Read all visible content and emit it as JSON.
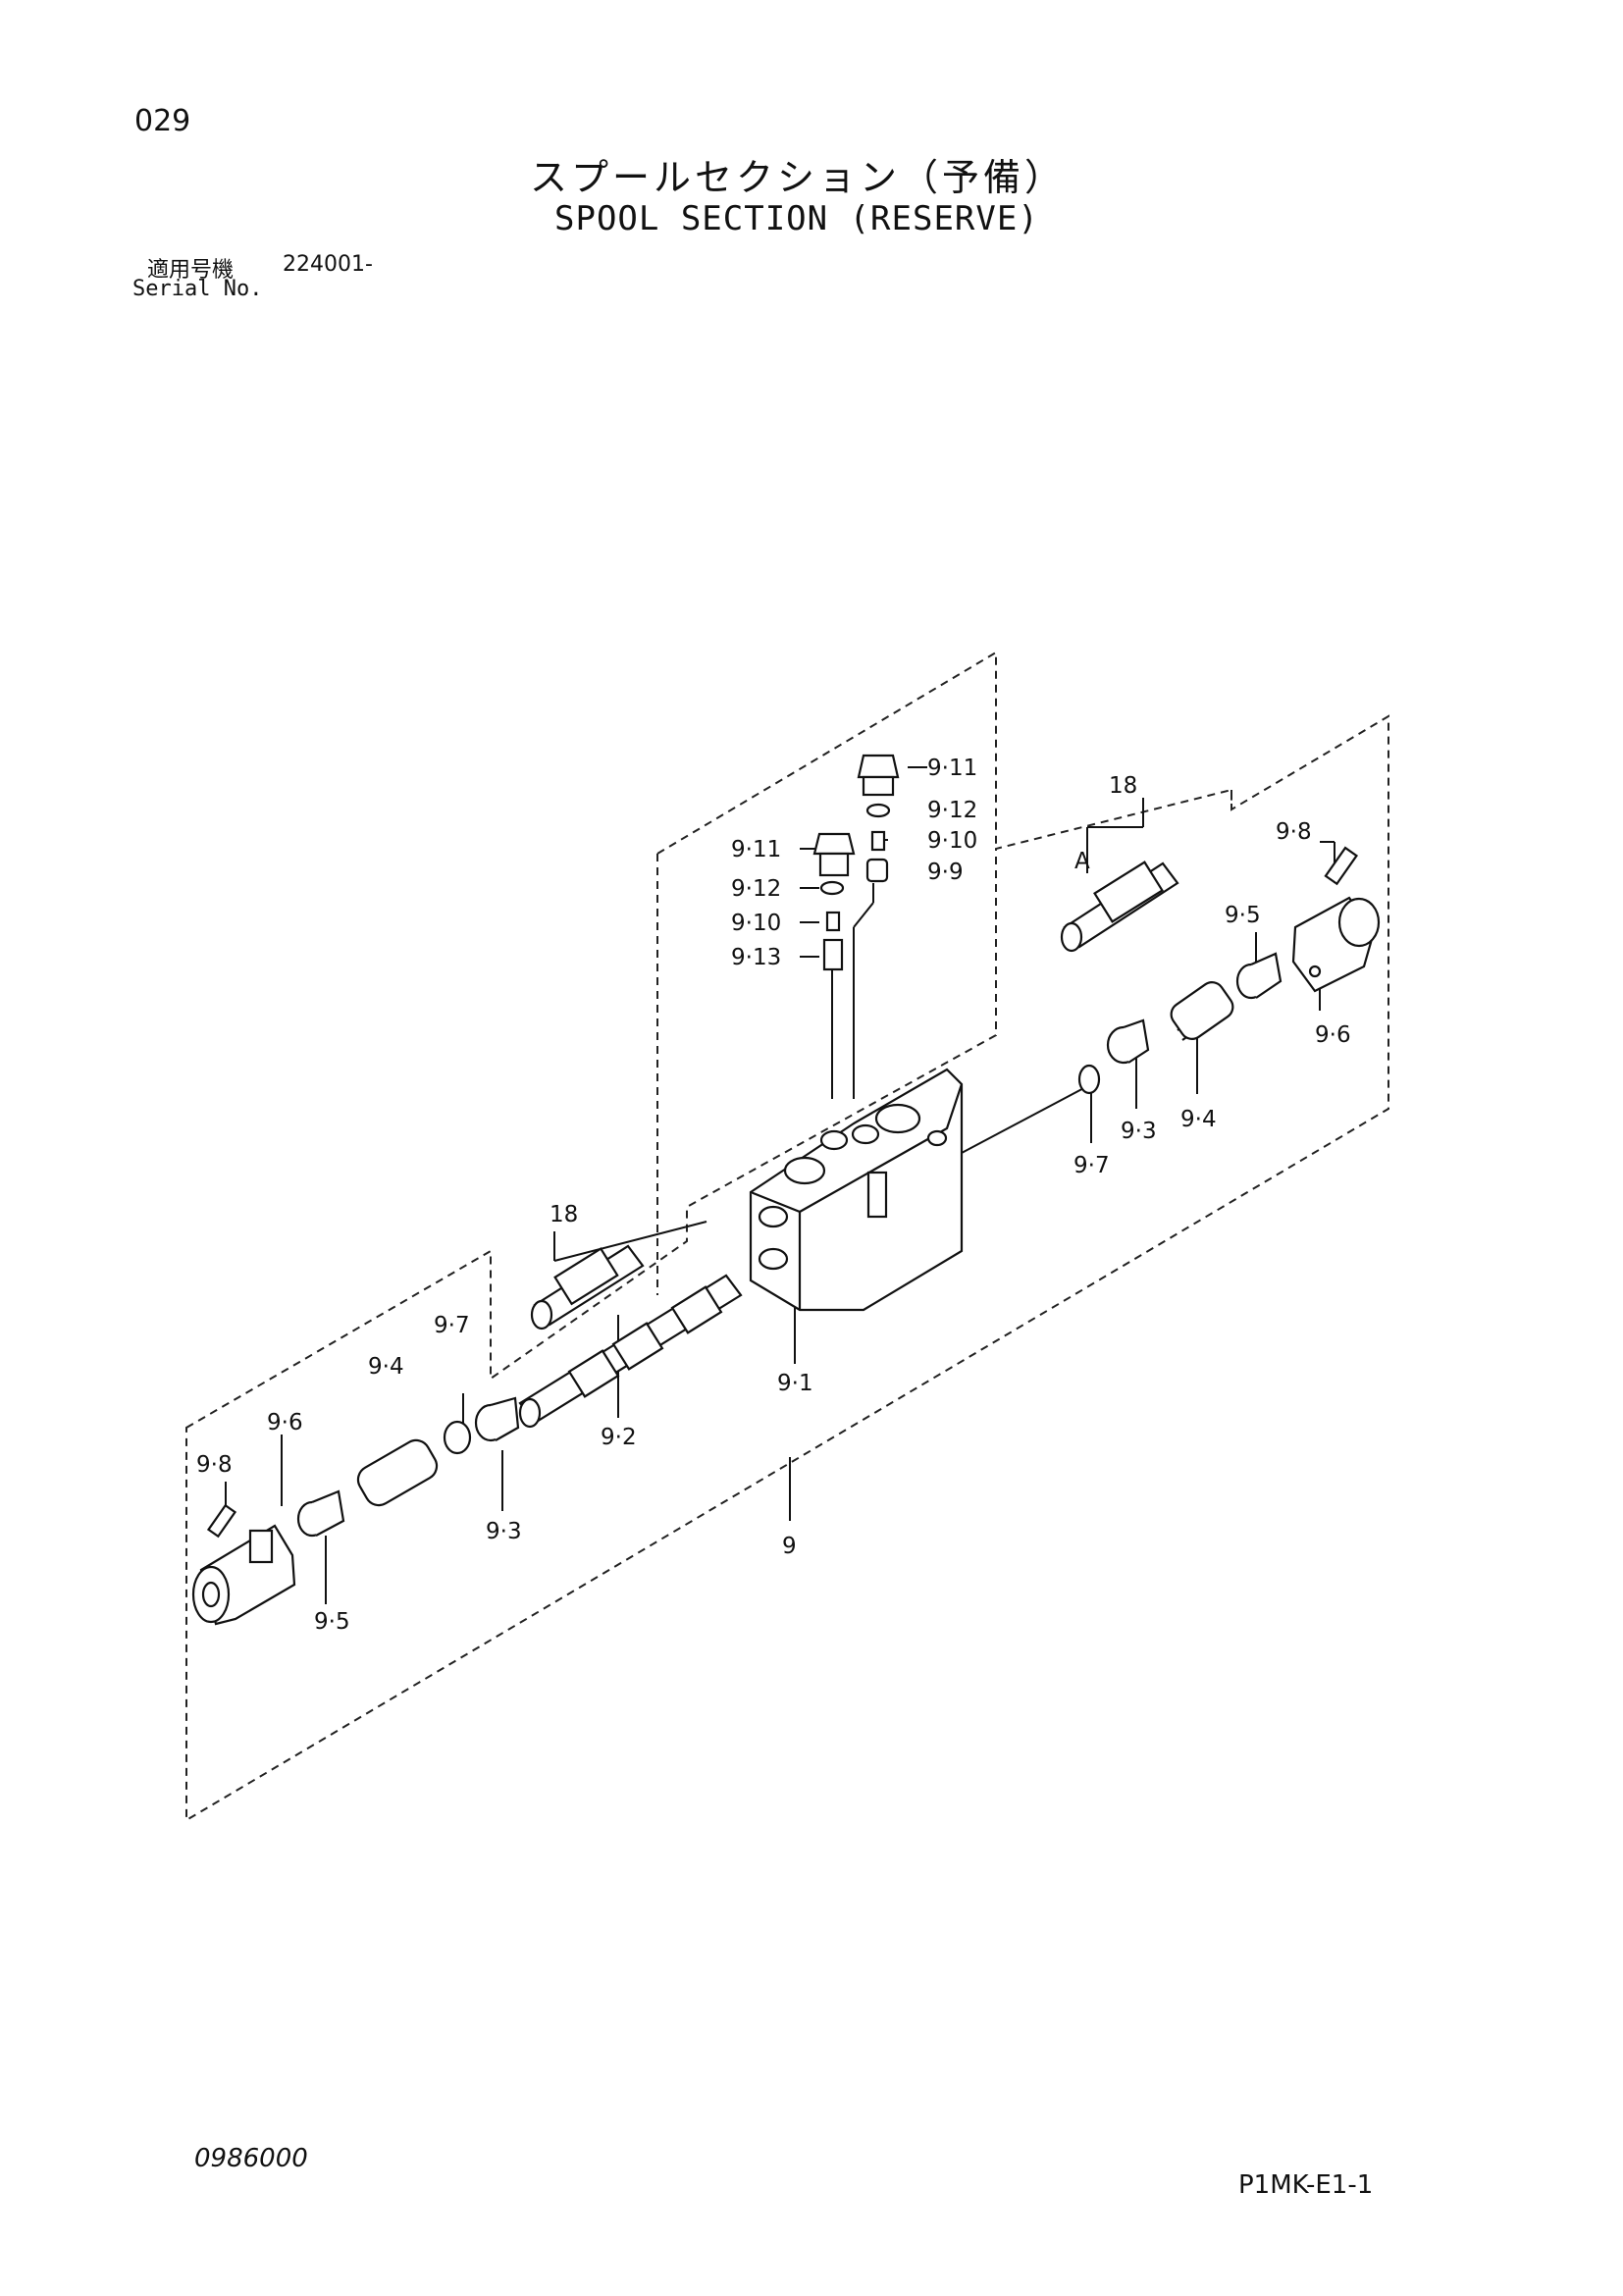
{
  "page_number": "029",
  "title_ja": "スプールセクション（予備）",
  "title_en": "SPOOL SECTION (RESERVE)",
  "serial_label_ja": "適用号機",
  "serial_number": "224001-",
  "serial_label_en": "Serial No.",
  "doc_code": "0986000",
  "page_code": "P1MK-E1-1",
  "callouts": {
    "c9": "9",
    "c9_1": "9·1",
    "c9_2": "9·2",
    "c9_3_left": "9·3",
    "c9_3_right": "9·3",
    "c9_4_left": "9·4",
    "c9_4_right": "9·4",
    "c9_5_left": "9·5",
    "c9_5_right": "9·5",
    "c9_6_left": "9·6",
    "c9_6_right": "9·6",
    "c9_7_left": "9·7",
    "c9_7_right": "9·7",
    "c9_8_left": "9·8",
    "c9_8_right": "9·8",
    "c9_9": "9·9",
    "c9_10_left": "9·10",
    "c9_10_right": "9·10",
    "c9_11_left": "9·11",
    "c9_11_right": "9·11",
    "c9_12_left": "9·12",
    "c9_12_right": "9·12",
    "c9_13": "9·13",
    "c18_left": "18",
    "c18_right": "18",
    "cA": "A"
  }
}
